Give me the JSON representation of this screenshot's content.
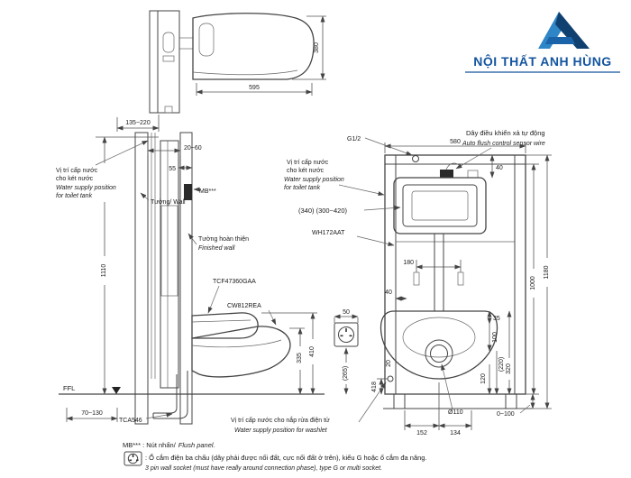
{
  "logo": {
    "title": "NỘI THẤT ANH HÙNG"
  },
  "top_view": {
    "dim_380": "380",
    "dim_595": "595",
    "dim_135_220": "135~220"
  },
  "side_view": {
    "supply_vi_1": "Vị trí cấp nước",
    "supply_vi_2": "cho két nước",
    "supply_en_1": "Water supply position",
    "supply_en_2": "for toilet tank",
    "dim_20_60": "20~60",
    "dim_55": "55",
    "mb": "MB***",
    "wall": "Tường/ Wall",
    "finished_wall_vi": "Tường hoàn thiện",
    "finished_wall_en": "Finished wall",
    "dim_1110": "1110",
    "model_washlet": "TCF47360GAA",
    "model_bowl": "CW812REA",
    "dim_410": "410",
    "dim_335": "335",
    "ffl": "FFL",
    "dim_70_130": "70~130",
    "model_pipe": "TCA546"
  },
  "front_view": {
    "g12": "G1/2",
    "sensor_vi": "Dây điều khiển xả tự động",
    "sensor_en": "Auto flush control sensor wire",
    "supply_vi_1": "Vị trí cấp nước",
    "supply_vi_2": "cho két nước",
    "supply_en_1": "Water supply position",
    "supply_en_2": "for toilet tank",
    "dim_580": "580",
    "dim_40_top": "40",
    "dim_340": "(340) (300~420)",
    "model_frame": "WH172AAT",
    "dim_180": "180",
    "dim_40_inner": "40",
    "dim_50": "50",
    "dim_35": "35",
    "dim_100": "100",
    "dim_220": "(220)",
    "dim_320": "320",
    "dim_120": "120",
    "dim_1000": "1000",
    "dim_1180": "1180",
    "dim_265": "(265)",
    "dim_20": "20",
    "dim_418": "418",
    "dim_d110": "Ø110",
    "dim_0_100": "0~100",
    "dim_152": "152",
    "dim_134": "134",
    "washlet_vi": "Vị trí cấp nước cho nắp rửa điện tử",
    "washlet_en": "Water supply position for washlet"
  },
  "notes": {
    "mb_note_vi": "MB*** : Nút nhấn/",
    "mb_note_en": "Flush panel.",
    "socket_vi": ": Ổ cắm điện ba chấu (dây phải được nối đất, cực nối đất ở trên), kiểu G hoặc ổ cắm đa năng.",
    "socket_en": "3 pin wall socket (must have really around connection phase), type G or multi socket."
  }
}
